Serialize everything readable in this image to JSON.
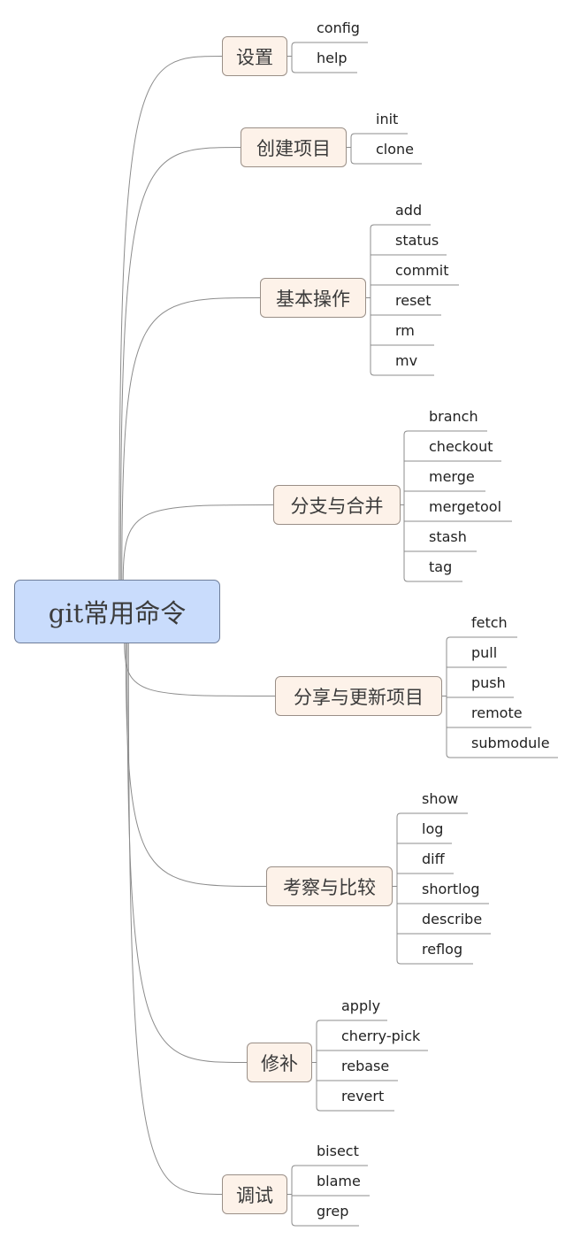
{
  "root": {
    "label": "git常用命令"
  },
  "branches": [
    {
      "id": "settings",
      "label": "设置",
      "children": [
        "config",
        "help"
      ]
    },
    {
      "id": "create-project",
      "label": "创建项目",
      "children": [
        "init",
        "clone"
      ]
    },
    {
      "id": "basic-ops",
      "label": "基本操作",
      "children": [
        "add",
        "status",
        "commit",
        "reset",
        "rm",
        "mv"
      ]
    },
    {
      "id": "branch-merge",
      "label": "分支与合并",
      "children": [
        "branch",
        "checkout",
        "merge",
        "mergetool",
        "stash",
        "tag"
      ]
    },
    {
      "id": "share-update",
      "label": "分享与更新项目",
      "children": [
        "fetch",
        "pull",
        "push",
        "remote",
        "submodule"
      ]
    },
    {
      "id": "inspect-compare",
      "label": "考察与比较",
      "children": [
        "show",
        "log",
        "diff",
        "shortlog",
        "describe",
        "reflog"
      ]
    },
    {
      "id": "patch",
      "label": "修补",
      "children": [
        "apply",
        "cherry-pick",
        "rebase",
        "revert"
      ]
    },
    {
      "id": "debug",
      "label": "调试",
      "children": [
        "bisect",
        "blame",
        "grep"
      ]
    }
  ],
  "colors": {
    "root_fill": "#c9dcfc",
    "topic_fill": "#fdf2e9",
    "line": "#8c8c8c"
  }
}
